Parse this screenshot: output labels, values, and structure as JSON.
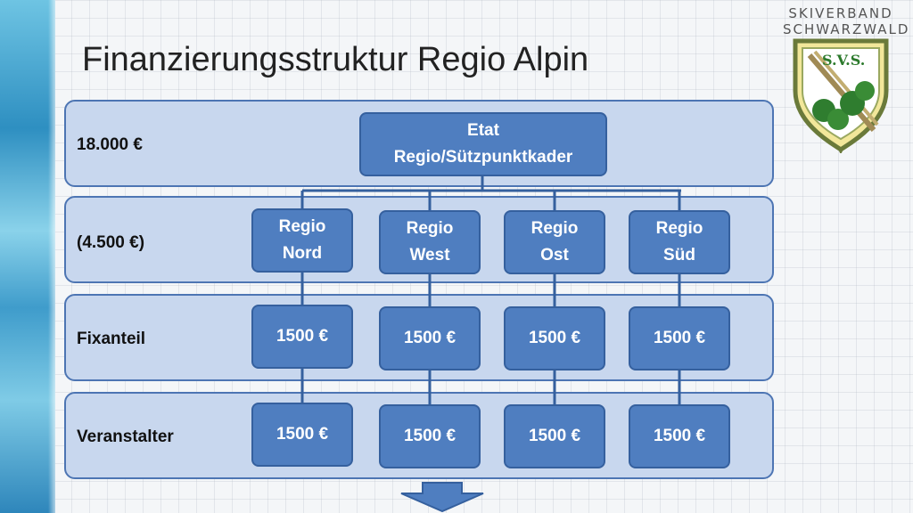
{
  "slide": {
    "title": "Finanzierungsstruktur Regio Alpin"
  },
  "logo": {
    "line1": "SKIVERBAND",
    "line2": "SCHWARZWALD",
    "badge": "S.V.S."
  },
  "rows": [
    {
      "label": "18.000 €"
    },
    {
      "label": "(4.500 €)"
    },
    {
      "label": "Fixanteil"
    },
    {
      "label": "Veranstalter"
    }
  ],
  "top_node": {
    "line1": "Etat",
    "line2": "Regio/Sützpunktkader"
  },
  "regions": [
    {
      "line1": "Regio",
      "line2": "Nord",
      "fixanteil": "1500 €",
      "veranstalter": "1500 €"
    },
    {
      "line1": "Regio",
      "line2": "West",
      "fixanteil": "1500 €",
      "veranstalter": "1500 €"
    },
    {
      "line1": "Regio",
      "line2": "Ost",
      "fixanteil": "1500 €",
      "veranstalter": "1500 €"
    },
    {
      "line1": "Regio",
      "line2": "Süd",
      "fixanteil": "1500 €",
      "veranstalter": "1500 €"
    }
  ],
  "colors": {
    "band_fill": "#c8d7ee",
    "band_border": "#4d75b3",
    "node_fill": "#4f7ec0",
    "connector": "#35609e",
    "accent_strip": "#2e8fc1"
  }
}
